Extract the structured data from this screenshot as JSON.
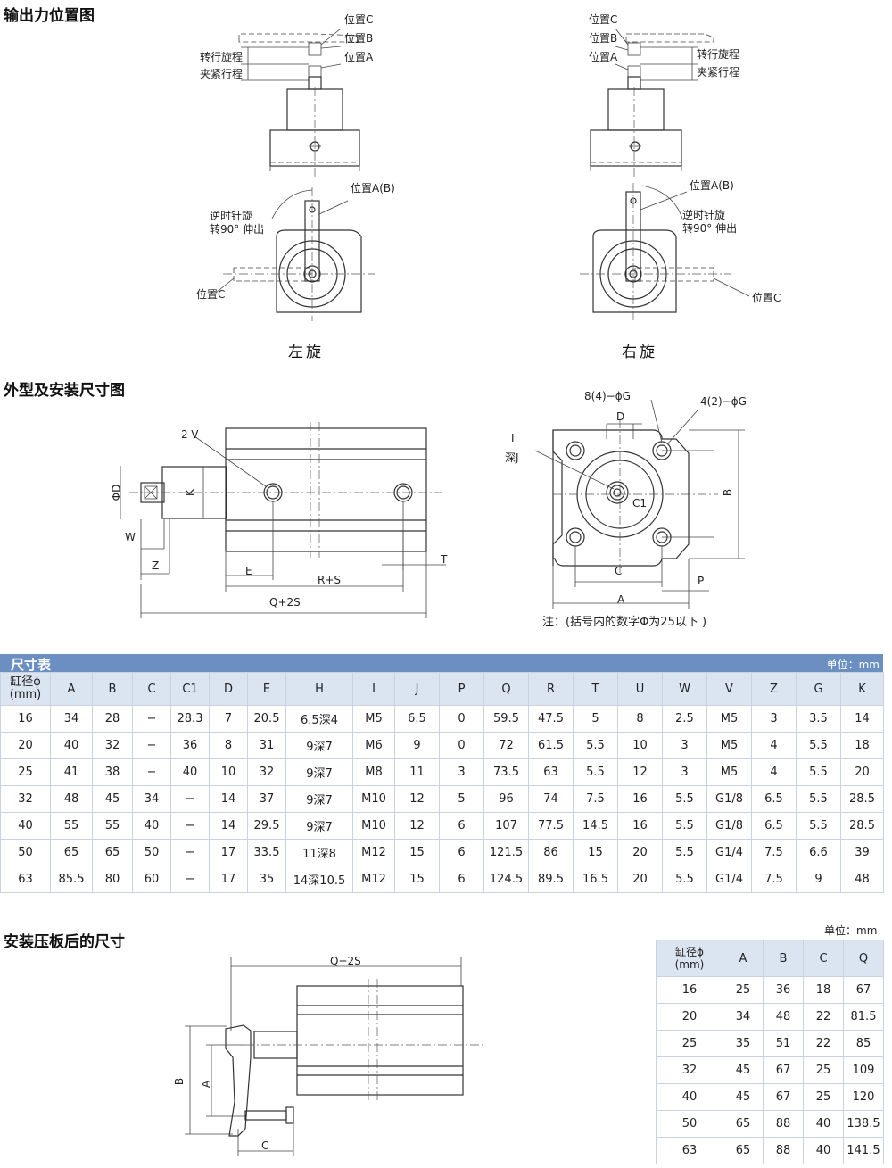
{
  "sections": {
    "output_title": "输出力位置图",
    "outline_title": "外型及安装尺寸图",
    "plate_title": "安装压板后的尺寸"
  },
  "output_diagram": {
    "left": {
      "pos_c": "位置C",
      "pos_b": "位置B",
      "pos_a": "位置A",
      "rotate_stroke": "转行旋程",
      "clamp_stroke": "夹紧行程",
      "pos_ab": "位置A(B)",
      "ccw_line1": "逆时针旋",
      "ccw_line2": "转90°  伸出",
      "pos_c_bottom": "位置C",
      "caption": "左旋"
    },
    "right": {
      "pos_c": "位置C",
      "pos_b": "位置B",
      "pos_a": "位置A",
      "rotate_stroke": "转行旋程",
      "clamp_stroke": "夹紧行程",
      "pos_ab": "位置A(B)",
      "ccw_line1": "逆时针旋",
      "ccw_line2": "转90°  伸出",
      "pos_c_bottom": "位置C",
      "caption": "右旋"
    }
  },
  "outline_diagram": {
    "side": {
      "v": "2-V",
      "phi_d": "ΦD",
      "k": "K",
      "w": "W",
      "z": "Z",
      "e": "E",
      "rs": "R+S",
      "t": "T",
      "q2s": "Q+2S"
    },
    "front": {
      "g8": "8(4)−ϕG",
      "g4": "4(2)−ϕG",
      "i": "I",
      "deep_j": "深J",
      "d": "D",
      "c1": "C1",
      "b": "B",
      "c": "C",
      "p": "P",
      "a": "A",
      "note": "注：(括号内的数字Φ为25以下 )"
    }
  },
  "dim_table": {
    "title": "尺寸表",
    "unit": "单位：mm",
    "header_first_line1": "缸径ϕ",
    "header_first_line2": "(mm)",
    "headers": [
      "A",
      "B",
      "C",
      "C1",
      "D",
      "E",
      "H",
      "I",
      "J",
      "P",
      "Q",
      "R",
      "T",
      "U",
      "W",
      "V",
      "Z",
      "G",
      "K"
    ],
    "rows": [
      [
        "16",
        "34",
        "28",
        "−",
        "28.3",
        "7",
        "20.5",
        "6.5深4",
        "M5",
        "6.5",
        "0",
        "59.5",
        "47.5",
        "5",
        "8",
        "2.5",
        "M5",
        "3",
        "3.5",
        "14"
      ],
      [
        "20",
        "40",
        "32",
        "−",
        "36",
        "8",
        "31",
        "9深7",
        "M6",
        "9",
        "0",
        "72",
        "61.5",
        "5.5",
        "10",
        "3",
        "M5",
        "4",
        "5.5",
        "18"
      ],
      [
        "25",
        "41",
        "38",
        "−",
        "40",
        "10",
        "32",
        "9深7",
        "M8",
        "11",
        "3",
        "73.5",
        "63",
        "5.5",
        "12",
        "3",
        "M5",
        "4",
        "5.5",
        "20"
      ],
      [
        "32",
        "48",
        "45",
        "34",
        "−",
        "14",
        "37",
        "9深7",
        "M10",
        "12",
        "5",
        "96",
        "74",
        "7.5",
        "16",
        "5.5",
        "G1/8",
        "6.5",
        "5.5",
        "28.5"
      ],
      [
        "40",
        "55",
        "55",
        "40",
        "−",
        "14",
        "29.5",
        "9深7",
        "M10",
        "12",
        "6",
        "107",
        "77.5",
        "14.5",
        "16",
        "5.5",
        "G1/8",
        "6.5",
        "5.5",
        "28.5"
      ],
      [
        "50",
        "65",
        "65",
        "50",
        "−",
        "17",
        "33.5",
        "11深8",
        "M12",
        "15",
        "6",
        "121.5",
        "86",
        "15",
        "20",
        "5.5",
        "G1/4",
        "7.5",
        "6.6",
        "39"
      ],
      [
        "63",
        "85.5",
        "80",
        "60",
        "−",
        "17",
        "35",
        "14深10.5",
        "M12",
        "15",
        "6",
        "124.5",
        "89.5",
        "16.5",
        "20",
        "5.5",
        "G1/4",
        "7.5",
        "9",
        "48"
      ]
    ]
  },
  "plate_diagram": {
    "q2s": "Q+2S",
    "b": "B",
    "a": "A",
    "c": "C"
  },
  "plate_table": {
    "unit": "单位：mm",
    "header_first_line1": "缸径ϕ",
    "header_first_line2": "(mm)",
    "headers": [
      "A",
      "B",
      "C",
      "Q"
    ],
    "rows": [
      [
        "16",
        "25",
        "36",
        "18",
        "67"
      ],
      [
        "20",
        "34",
        "48",
        "22",
        "81.5"
      ],
      [
        "25",
        "35",
        "51",
        "22",
        "85"
      ],
      [
        "32",
        "45",
        "67",
        "25",
        "109"
      ],
      [
        "40",
        "45",
        "67",
        "25",
        "120"
      ],
      [
        "50",
        "65",
        "88",
        "40",
        "138.5"
      ],
      [
        "63",
        "65",
        "88",
        "40",
        "141.5"
      ]
    ]
  }
}
